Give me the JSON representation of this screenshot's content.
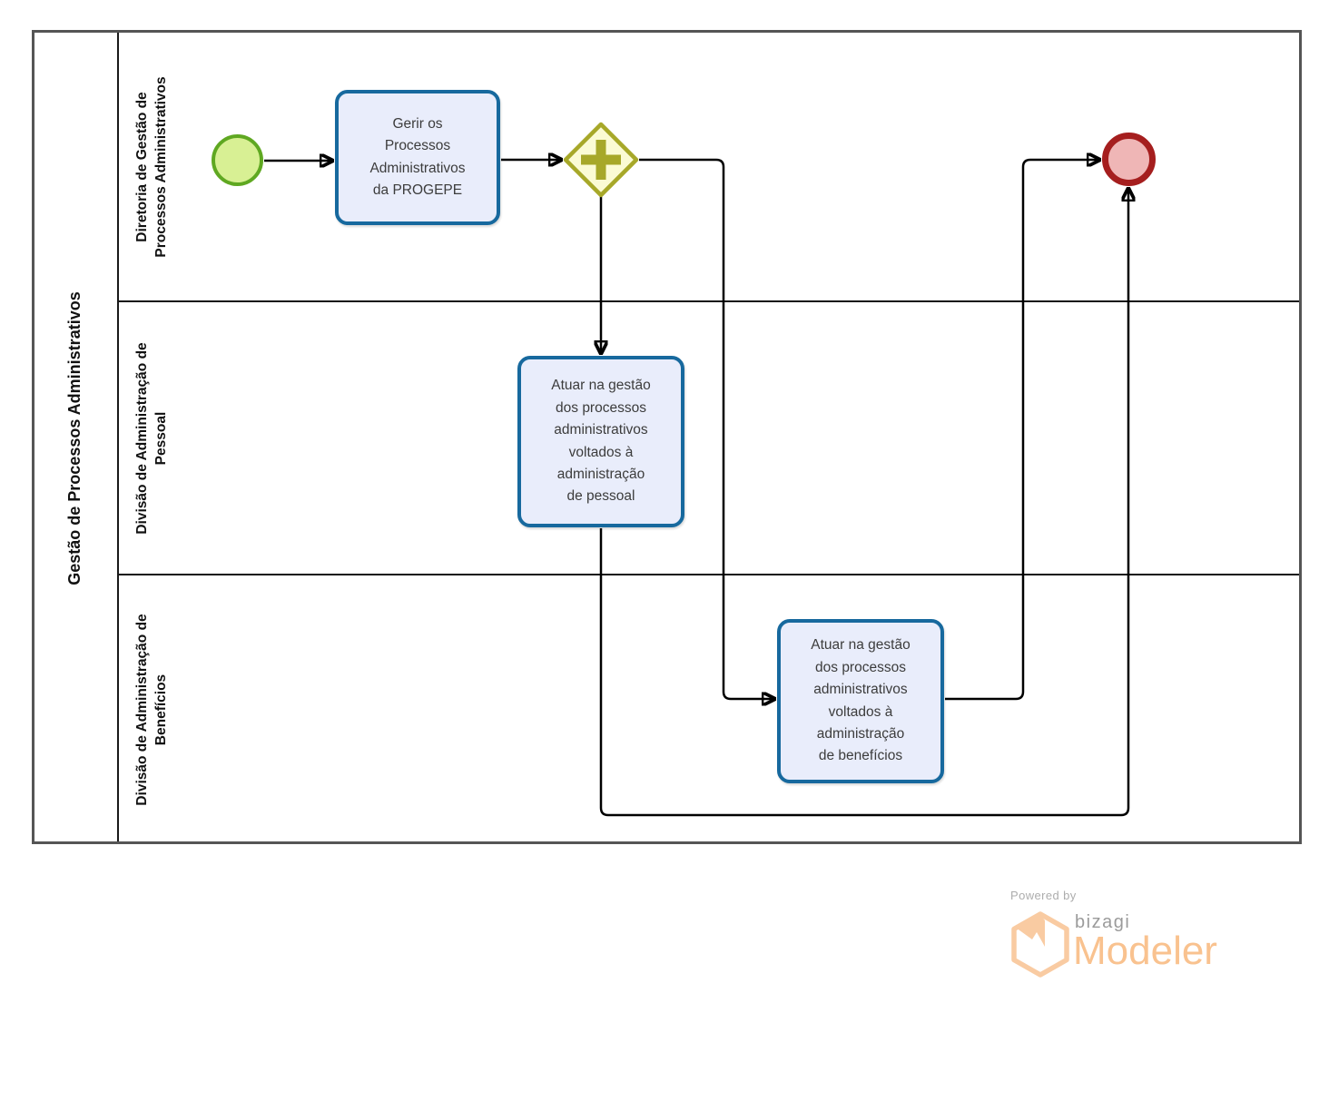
{
  "pool": {
    "title": "Gestão de Processos Administrativos",
    "lanes": [
      {
        "label": "Diretoria de Gestão de\nProcessos Administrativos"
      },
      {
        "label": "Divisão de Administração de\nPessoal"
      },
      {
        "label": "Divisão de Administração de\nBenefícios"
      }
    ]
  },
  "nodes": {
    "start_event": {
      "type": "start-event"
    },
    "task_gerir": {
      "label": "Gerir os\nProcessos\nAdministrativos\nda PROGEPE"
    },
    "gateway": {
      "type": "parallel-gateway"
    },
    "task_pessoal": {
      "label": "Atuar na gestão\ndos processos\nadministrativos\nvoltados à\nadministração\nde pessoal"
    },
    "task_beneficios": {
      "label": "Atuar na gestão\ndos processos\nadministrativos\nvoltados à\nadministração\nde benefícios"
    },
    "end_event": {
      "type": "end-event"
    }
  },
  "flows": [
    {
      "from": "start-event",
      "to": "task-gerir"
    },
    {
      "from": "task-gerir",
      "to": "parallel-gateway"
    },
    {
      "from": "parallel-gateway",
      "to": "task-pessoal"
    },
    {
      "from": "parallel-gateway",
      "to": "task-beneficios"
    },
    {
      "from": "task-pessoal",
      "to": "end-event"
    },
    {
      "from": "task-beneficios",
      "to": "end-event"
    }
  ],
  "colors": {
    "task_fill": "#e9edfb",
    "task_border": "#17699e",
    "start_fill": "#d8f094",
    "start_border": "#5fa821",
    "gateway_fill": "#fbfbd4",
    "gateway_border": "#a7a829",
    "end_fill": "#efb6b6",
    "end_border": "#a51e1e",
    "pool_border": "#555555",
    "flow_line": "#000000",
    "logo_orange": "#f9c28f",
    "logo_gray": "#9b9b9b"
  },
  "footer": {
    "powered_by": "Powered by",
    "brand": "bizagi",
    "product": "Modeler"
  }
}
